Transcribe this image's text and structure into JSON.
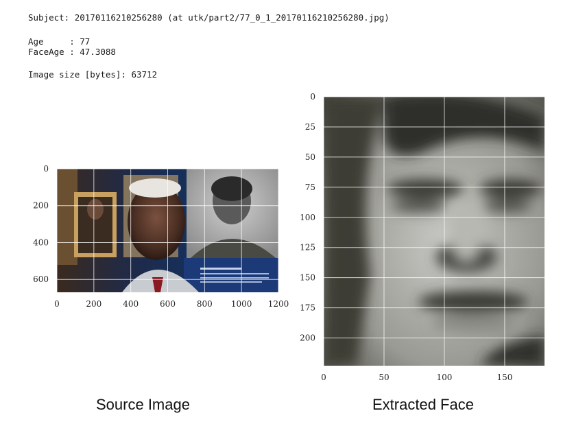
{
  "header": {
    "subject_line": "Subject: 20170116210256280 (at utk/part2/77_0_1_20170116210256280.jpg)",
    "age_line": "Age     : 77",
    "faceage_line": "FaceAge : 47.3088",
    "size_line": "Image size [bytes]: 63712"
  },
  "chart_data": [
    {
      "type": "image",
      "title": "",
      "xlabel": "",
      "ylabel": "",
      "xlim": [
        0,
        1200
      ],
      "ylim": [
        670,
        0
      ],
      "xticks": [
        0,
        200,
        400,
        600,
        800,
        1000,
        1200
      ],
      "yticks": [
        0,
        200,
        400,
        600
      ],
      "grid": true
    },
    {
      "type": "image",
      "title": "",
      "xlabel": "",
      "ylabel": "",
      "xlim": [
        0,
        183
      ],
      "ylim": [
        223,
        0
      ],
      "xticks": [
        0,
        50,
        100,
        150
      ],
      "yticks": [
        0,
        25,
        50,
        75,
        100,
        125,
        150,
        175,
        200
      ],
      "grid": true
    }
  ],
  "captions": {
    "source": "Source Image",
    "extracted": "Extracted Face"
  }
}
